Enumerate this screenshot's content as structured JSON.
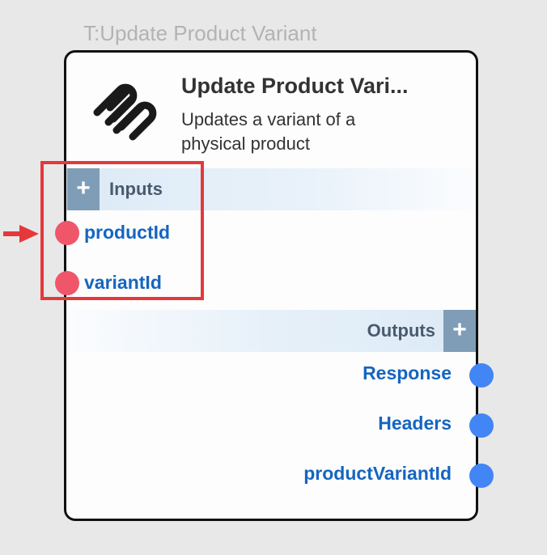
{
  "node": {
    "caption": "T:Update Product Variant",
    "title": "Update Product Vari...",
    "description": "Updates a variant of a physical product",
    "logo_icon": "squarespace-logo-icon"
  },
  "inputs": {
    "label": "Inputs",
    "add_symbol": "+",
    "ports": [
      {
        "label": "productId"
      },
      {
        "label": "variantId"
      }
    ]
  },
  "outputs": {
    "label": "Outputs",
    "add_symbol": "+",
    "ports": [
      {
        "label": "Response"
      },
      {
        "label": "Headers"
      },
      {
        "label": "productVariantId"
      }
    ]
  },
  "colors": {
    "input_port": "#f0566a",
    "output_port": "#4285f4",
    "port_label": "#1565c0",
    "highlight": "#e5383b",
    "section_plus": "#7f9db7"
  }
}
